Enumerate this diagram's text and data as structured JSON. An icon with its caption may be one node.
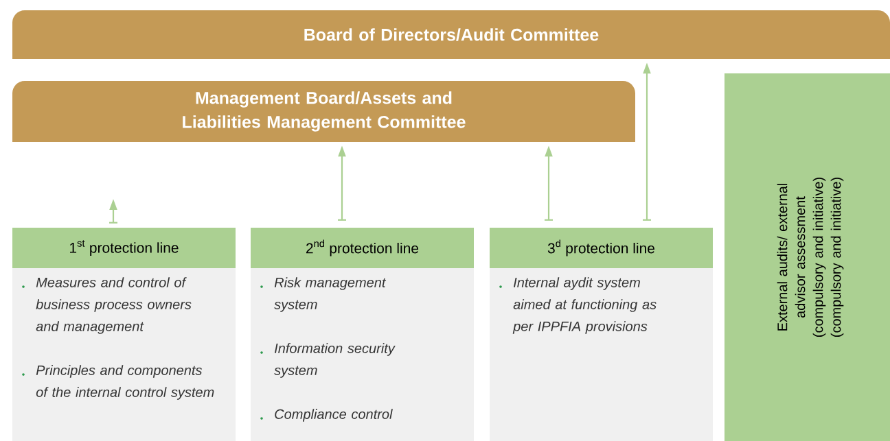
{
  "diagram": {
    "nodes": [
      {
        "text": [
          "Board of Directors/Audit Committee"
        ]
      },
      {
        "text": [
          "Management Board/Assets and Liabilities Management Committee"
        ]
      },
      {
        "text": [
          "\\text{1}^{\\text{st}}\\text{ protection line}",
          "Measures and control of business process owners and management",
          "Principles and components of the internal control system"
        ]
      },
      {
        "text": [
          "\\text{2}^{\\text{nd}}\\text{ protection line}",
          "Risk management system",
          "Information security system",
          "Compliance control"
        ]
      },
      {
        "text": [
          "\\text{3}^{\\text{d}}\\text{ protection line}",
          "Internal aydit system aimed at functioning as per IPPFIA provisions"
        ]
      },
      {
        "text": [
          "External audits/ external advisor assessment (compulsory and initiative) (compulsory and initiative)"
        ]
      }
    ],
    "edges": [
      {
        "from": 2,
        "to": null,
        "arrow": "to"
      },
      {
        "from": 3,
        "to": 1,
        "arrow": "to"
      },
      {
        "from": 4,
        "to": 1,
        "arrow": "to"
      },
      {
        "from": 4,
        "to": 0,
        "arrow": "to"
      }
    ]
  }
}
